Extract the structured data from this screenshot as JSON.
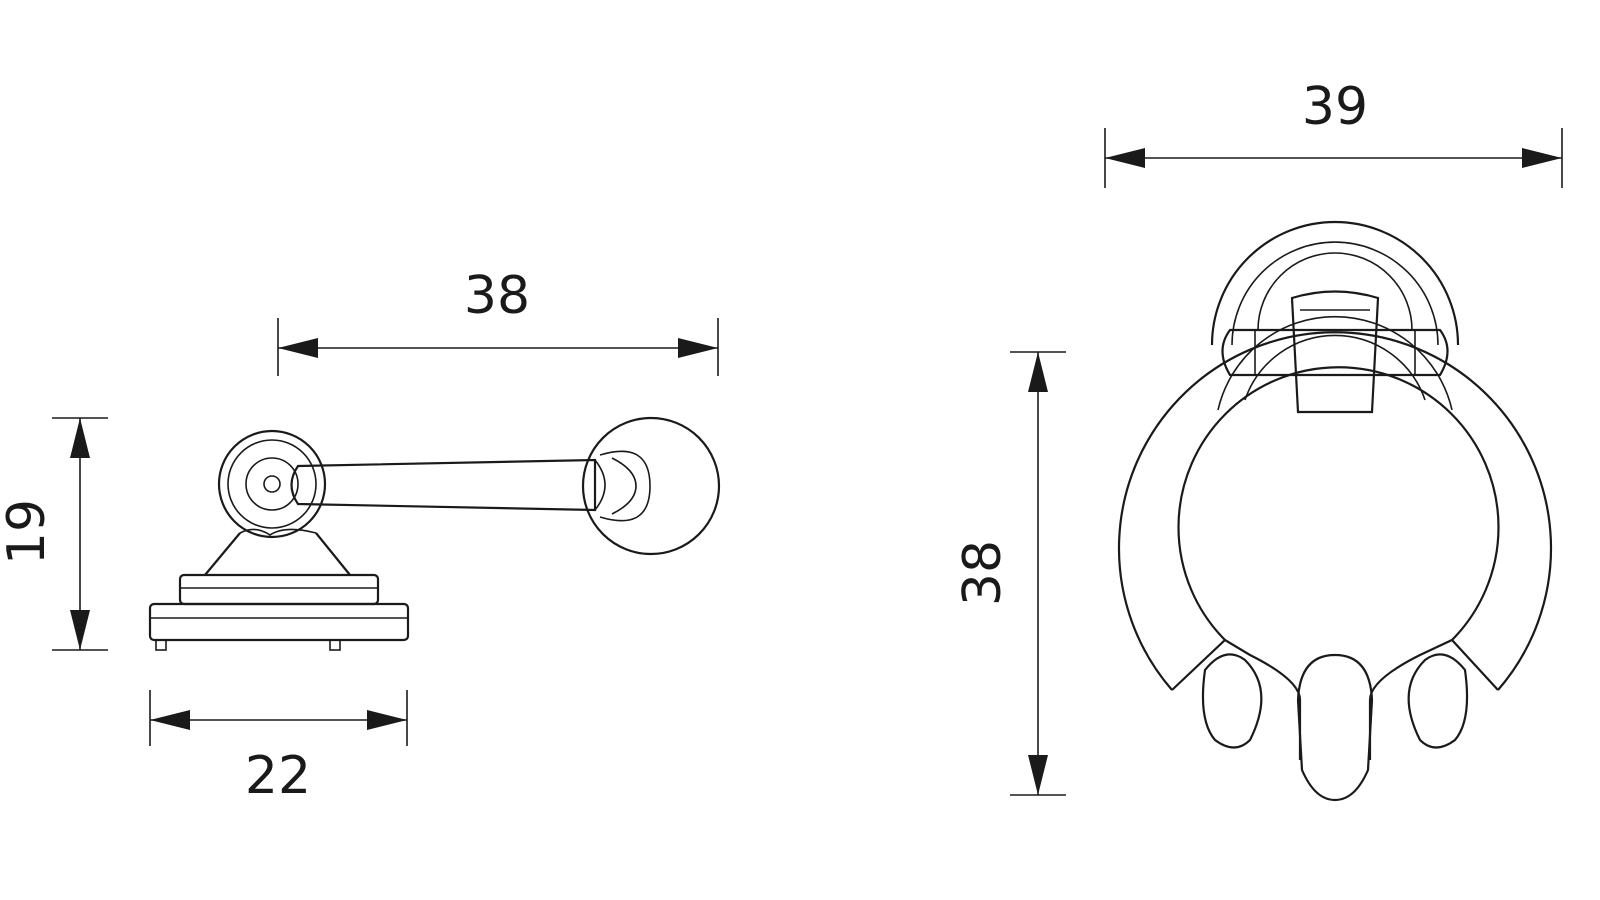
{
  "drawing": {
    "side_view": {
      "length_dimension": "38",
      "height_dimension": "19",
      "base_width_dimension": "22"
    },
    "front_view": {
      "width_dimension": "39",
      "height_dimension": "38"
    }
  }
}
